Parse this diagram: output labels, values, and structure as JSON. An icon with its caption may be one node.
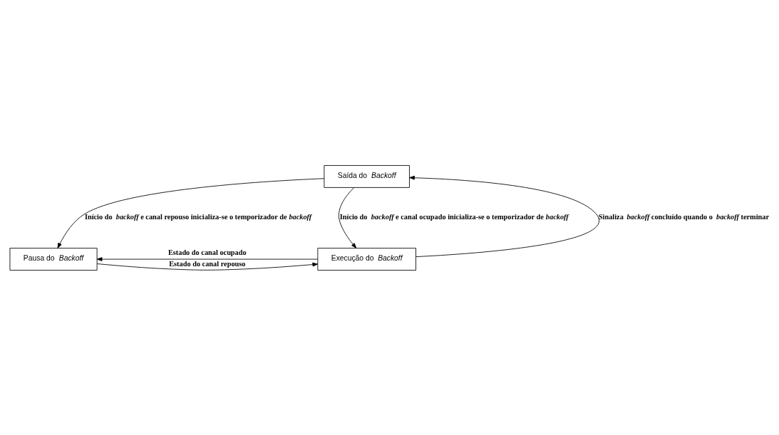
{
  "diagram": {
    "nodes": [
      {
        "text": [
          "Saída do *Backoff*"
        ]
      },
      {
        "text": [
          "Pausa do *Backoff*"
        ]
      },
      {
        "text": [
          "Execução do *Backoff*"
        ]
      }
    ],
    "edges": [
      {
        "from": 2,
        "to": 0,
        "arrow": "to",
        "label": "Sinaliza *backoff* concluído quando o *backoff* terminar"
      },
      {
        "from": 0,
        "to": 2,
        "arrow": "to",
        "label": "Início do *backoff* e canal ocupado inicializa-se o temporizador de *backoff*"
      },
      {
        "from": 0,
        "to": 1,
        "arrow": "to",
        "label": "Início do *backoff* e canal repouso inicializa-se o temporizador de *backoff*"
      },
      {
        "from": 2,
        "to": 1,
        "arrow": "to",
        "label": "Estado do canal ocupado"
      },
      {
        "from": 1,
        "to": 2,
        "arrow": "to",
        "label": "Estado do canal repouso"
      }
    ]
  }
}
